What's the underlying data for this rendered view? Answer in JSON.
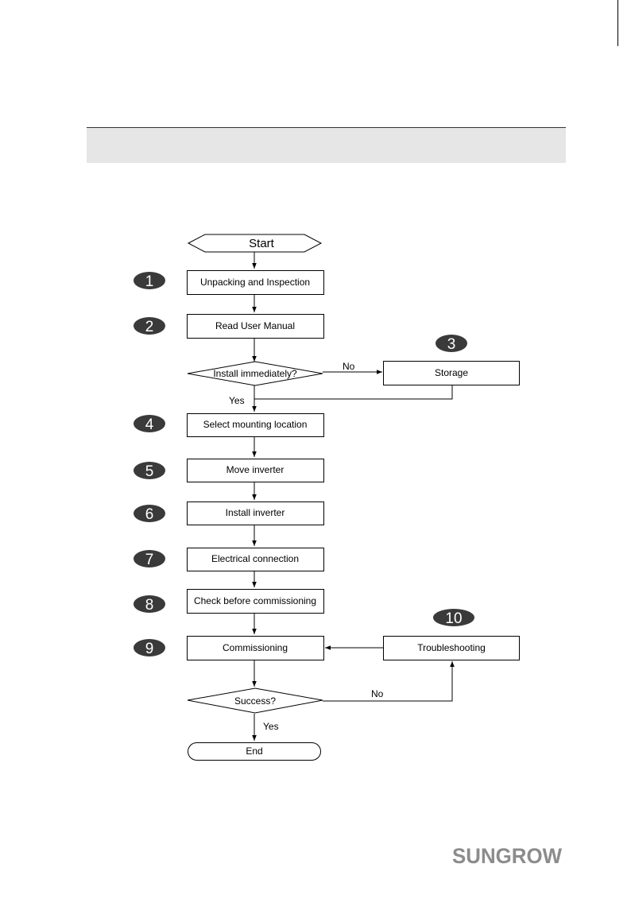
{
  "flowchart": {
    "start": "Start",
    "end": "End",
    "steps": {
      "s1": {
        "num": "1",
        "label": "Unpacking and Inspection"
      },
      "s2": {
        "num": "2",
        "label": "Read User Manual"
      },
      "s3": {
        "num": "3",
        "label": "Storage"
      },
      "s4": {
        "num": "4",
        "label": "Select mounting location"
      },
      "s5": {
        "num": "5",
        "label": "Move inverter"
      },
      "s6": {
        "num": "6",
        "label": "Install inverter"
      },
      "s7": {
        "num": "7",
        "label": "Electrical connection"
      },
      "s8": {
        "num": "8",
        "label": "Check before commissioning"
      },
      "s9": {
        "num": "9",
        "label": "Commissioning"
      },
      "s10": {
        "num": "10",
        "label": "Troubleshooting"
      }
    },
    "decisions": {
      "install": {
        "label": "Install immediately?",
        "no": "No",
        "yes": "Yes"
      },
      "success": {
        "label": "Success?",
        "no": "No",
        "yes": "Yes"
      }
    }
  },
  "logo": {
    "text": "SUNGROW"
  },
  "colors": {
    "badge": "#3a3a3a",
    "line": "#000000",
    "header_band": "#e6e6e6",
    "logo": "#8c8c8c"
  }
}
